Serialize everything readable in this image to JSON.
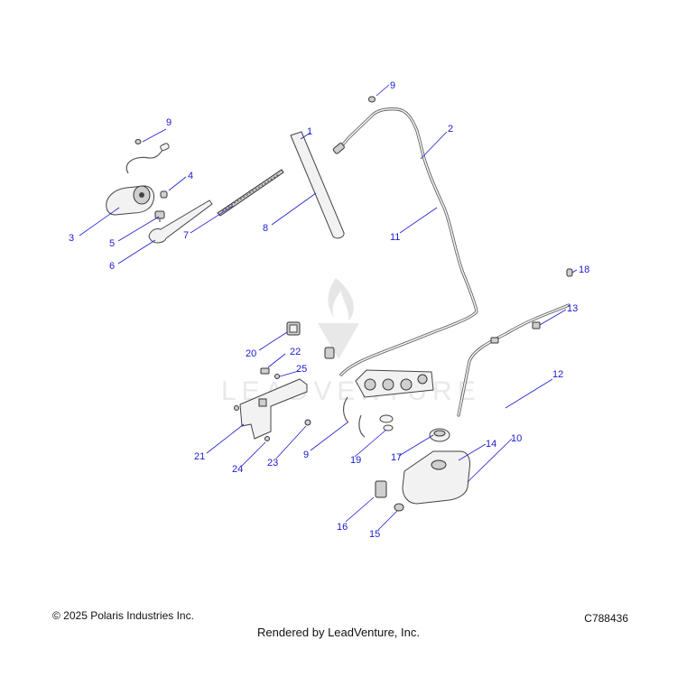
{
  "callouts": {
    "c1": "1",
    "c2": "2",
    "c3": "3",
    "c4": "4",
    "c5": "5",
    "c6": "6",
    "c7": "7",
    "c8": "8",
    "c9a": "9",
    "c9b": "9",
    "c9c": "9",
    "c10": "10",
    "c11": "11",
    "c12": "12",
    "c13": "13",
    "c14": "14",
    "c15": "15",
    "c16": "16",
    "c17": "17",
    "c18": "18",
    "c19": "19",
    "c20": "20",
    "c21": "21",
    "c22": "22",
    "c23": "23",
    "c24": "24",
    "c25": "25"
  },
  "watermark": {
    "text": "LEADVENTURE"
  },
  "footer": {
    "copyright": "© 2025 Polaris Industries Inc.",
    "drawing_id": "C788436",
    "rendered_by": "Rendered by LeadVenture, Inc."
  },
  "colors": {
    "callout": "#1a1ad0",
    "line": "#444444"
  }
}
